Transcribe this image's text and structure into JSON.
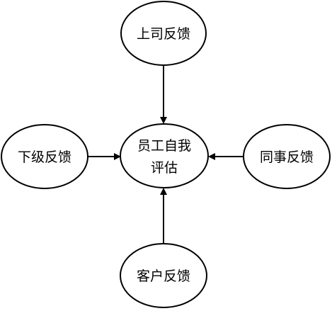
{
  "diagram": {
    "center": {
      "line1": "员工自我",
      "line2": "评估"
    },
    "top": {
      "label": "上司反馈"
    },
    "left": {
      "label": "下级反馈"
    },
    "right": {
      "label": "同事反馈"
    },
    "bottom": {
      "label": "客户反馈"
    }
  },
  "colors": {
    "stroke": "#000000",
    "fill": "#ffffff",
    "text": "#000000"
  }
}
